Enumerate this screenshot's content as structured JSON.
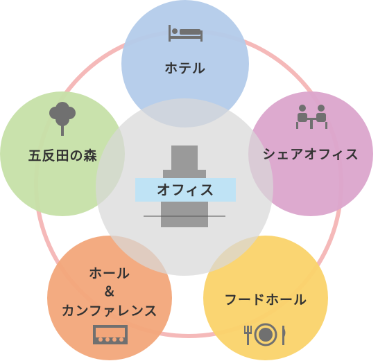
{
  "center": {
    "label": "オフィス",
    "icon": "office-building-icon"
  },
  "nodes": [
    {
      "id": "hotel",
      "label": "ホテル",
      "color": "#b3cbea",
      "icon": "bed-icon"
    },
    {
      "id": "share-office",
      "label": "シェアオフィス",
      "color": "#dba5cc",
      "icon": "meeting-table-icon"
    },
    {
      "id": "food-hall",
      "label": "フードホール",
      "color": "#fad36a",
      "icon": "plate-cutlery-icon"
    },
    {
      "id": "hall",
      "label_lines": [
        "ホール",
        "＆",
        "カンファレンス"
      ],
      "color": "#f2a67a",
      "icon": "audience-screen-icon"
    },
    {
      "id": "forest",
      "label": "五反田の森",
      "color": "#c6e0a8",
      "icon": "tree-icon"
    }
  ],
  "colors": {
    "ring": "#f5b9b9",
    "center_circle": "#d8d8d8",
    "center_label_bg": "#bfe3f5",
    "icon": "#707070"
  }
}
